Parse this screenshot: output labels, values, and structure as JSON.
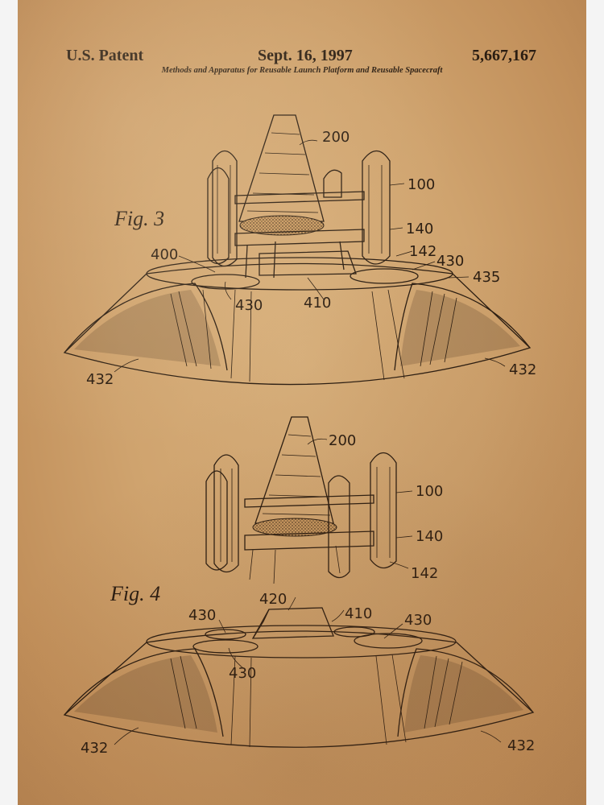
{
  "header": {
    "left": "U.S. Patent",
    "date": "Sept. 16, 1997",
    "number": "5,667,167",
    "subtitle": "Methods and Apparatus for Reusable Launch Platform and Reusable Spacecraft"
  },
  "figures": [
    {
      "caption": "Fig. 3",
      "labels": {
        "l200": "200",
        "l100": "100",
        "l140": "140",
        "l142": "142",
        "l400": "400",
        "l430a": "430",
        "l430b": "430",
        "l435": "435",
        "l410": "410",
        "l432a": "432",
        "l432b": "432"
      }
    },
    {
      "caption": "Fig. 4",
      "labels": {
        "l200": "200",
        "l100": "100",
        "l140": "140",
        "l142": "142",
        "l420": "420",
        "l410": "410",
        "l430a": "430",
        "l430b": "430",
        "l430c": "430",
        "l432a": "432",
        "l432b": "432"
      }
    }
  ]
}
